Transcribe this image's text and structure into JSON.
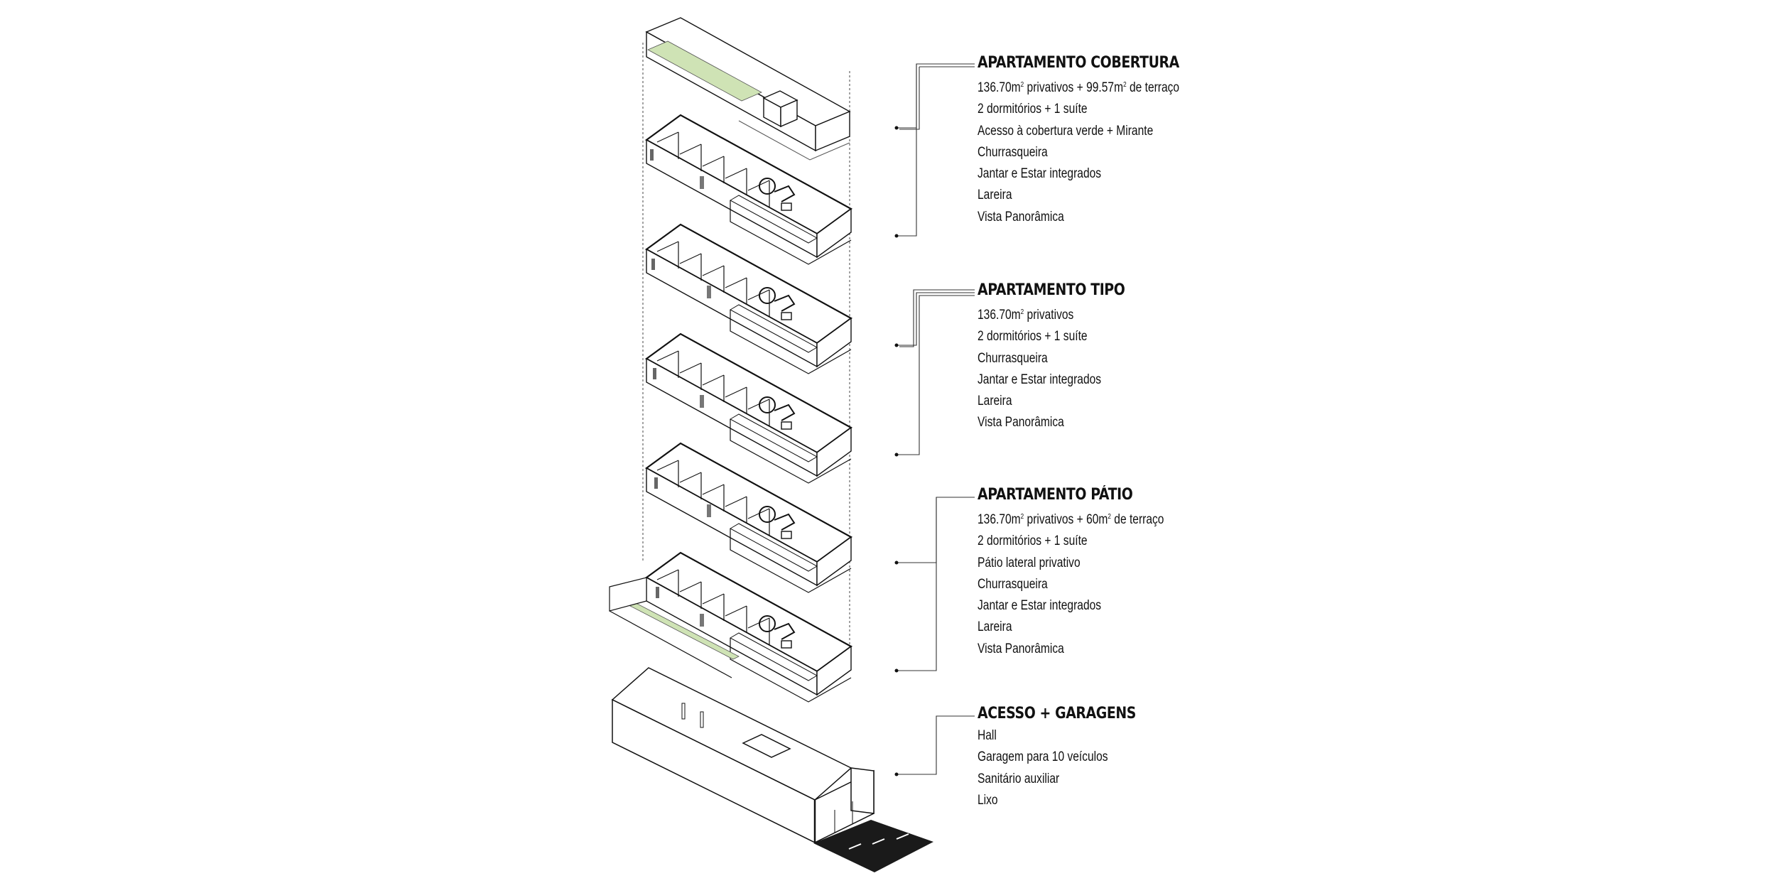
{
  "colors": {
    "line": "#111111",
    "green_roof": "#cfe3b5",
    "fill": "#ffffff",
    "dark": "#1a1a1a"
  },
  "sections": [
    {
      "title": "APARTAMENTO COBERTURA",
      "lines": [
        {
          "a": "136.70m",
          "b": "2",
          "c": " privativos + 99.57m",
          "d": "2",
          "e": " de terraço"
        },
        {
          "a": "2 dormitórios + 1 suíte"
        },
        {
          "a": "Acesso à cobertura verde + Mirante"
        },
        {
          "a": "Churrasqueira"
        },
        {
          "a": "Jantar e Estar integrados"
        },
        {
          "a": "Lareira"
        },
        {
          "a": "Vista Panorâmica"
        }
      ]
    },
    {
      "title": "APARTAMENTO TIPO",
      "lines": [
        {
          "a": "136.70m",
          "b": "2",
          "c": " privativos"
        },
        {
          "a": "2 dormitórios + 1 suíte"
        },
        {
          "a": "Churrasqueira"
        },
        {
          "a": "Jantar e Estar integrados"
        },
        {
          "a": "Lareira"
        },
        {
          "a": "Vista Panorâmica"
        }
      ]
    },
    {
      "title": "APARTAMENTO PÁTIO",
      "lines": [
        {
          "a": "136.70m",
          "b": "2",
          "c": " privativos + 60m",
          "d": "2",
          "e": " de terraço"
        },
        {
          "a": "2 dormitórios + 1 suíte"
        },
        {
          "a": "Pátio lateral privativo"
        },
        {
          "a": "Churrasqueira"
        },
        {
          "a": "Jantar e Estar integrados"
        },
        {
          "a": "Lareira"
        },
        {
          "a": "Vista Panorâmica"
        }
      ]
    },
    {
      "title": "ACESSO + GARAGENS",
      "lines": [
        {
          "a": "Hall"
        },
        {
          "a": "Garagem para 10 veículos"
        },
        {
          "a": "Sanitário auxiliar"
        },
        {
          "a": "Lixo"
        }
      ]
    }
  ]
}
